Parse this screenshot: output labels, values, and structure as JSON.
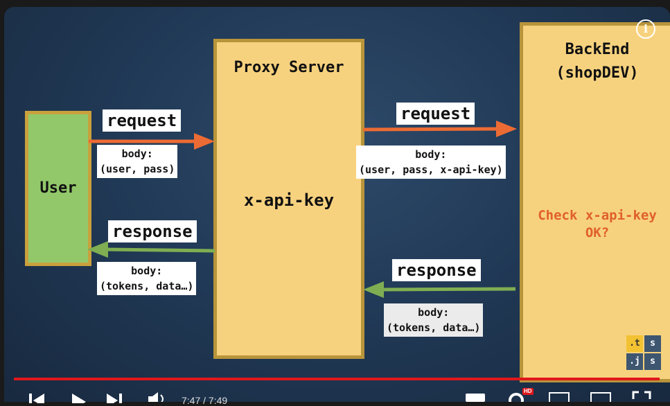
{
  "user": {
    "label": "User"
  },
  "proxy": {
    "title": "Proxy Server",
    "content": "x-api-key"
  },
  "backend": {
    "title": "BackEnd\n(shopDEV)",
    "check": "Check x-api-key\nOK?"
  },
  "left_request": {
    "label": "request",
    "body": "body:\n(user, pass)"
  },
  "left_response": {
    "label": "response",
    "body": "body:\n(tokens, data…)"
  },
  "right_request": {
    "label": "request",
    "body": "body:\n(user, pass, x-api-key)"
  },
  "right_response": {
    "label": "response",
    "body": "body:\n(tokens, data…)"
  },
  "logo": {
    "cells": [
      ".t",
      "s",
      ".j",
      "s"
    ]
  },
  "player": {
    "time": "7:47 / 7:49",
    "hd_badge": "HD",
    "progress": 1.0
  },
  "colors": {
    "request_arrow": "#ec6b34",
    "response_arrow": "#7fae52",
    "check_text": "#e0602a"
  }
}
